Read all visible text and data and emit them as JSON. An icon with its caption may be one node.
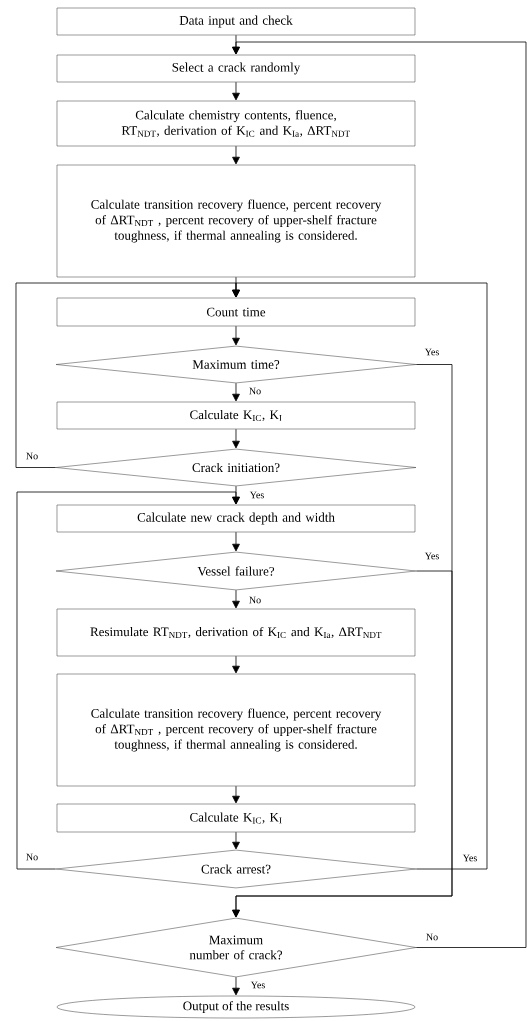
{
  "diagram": {
    "nodes": [
      {
        "text": [
          "Data input and check"
        ]
      },
      {
        "text": [
          "Select a crack randomly"
        ]
      },
      {
        "text": [
          "Calculate chemistry contents, fluence, RT$_{NDT}$, derivation of K$_{IC}$ and K$_{Ia}$, ΔRT$_{NDT}$"
        ]
      },
      {
        "text": [
          "Calculate transition recovery fluence, percent recovery of ΔRT$_{NDT}$ , percent recovery of upper-shelf fracture toughness, if thermal annealing is considered."
        ]
      },
      {
        "text": [
          "Count time"
        ]
      },
      {
        "text": [
          "Maximum time?"
        ]
      },
      {
        "text": [
          "Calculate K$_{IC}$, K$_{I}$"
        ]
      },
      {
        "text": [
          "Crack initiation?"
        ]
      },
      {
        "text": [
          "Calculate new crack depth and width"
        ]
      },
      {
        "text": [
          "Vessel failure?"
        ]
      },
      {
        "text": [
          "Resimulate RT$_{NDT}$, derivation of K$_{IC}$ and K$_{Ia}$, ΔRT$_{NDT}$"
        ]
      },
      {
        "text": [
          "Calculate transition recovery fluence, percent recovery of ΔRT$_{NDT}$ , percent recovery of upper-shelf fracture toughness, if thermal annealing is considered."
        ]
      },
      {
        "text": [
          "Calculate K$_{IC}$, K$_{I}$"
        ]
      },
      {
        "text": [
          "Crack arrest?"
        ]
      },
      {
        "text": [
          "Maximum number of crack?"
        ]
      },
      {
        "text": [
          "Output of the results"
        ]
      }
    ],
    "edges": [
      {
        "from": 0,
        "to": 1,
        "arrow": "to"
      },
      {
        "from": 1,
        "to": 2,
        "arrow": "to"
      },
      {
        "from": 2,
        "to": 3,
        "arrow": "to"
      },
      {
        "from": 3,
        "to": 4,
        "arrow": "to"
      },
      {
        "from": 4,
        "to": 5,
        "arrow": "to"
      },
      {
        "from": 5,
        "to": 6,
        "arrow": "to",
        "label": "No"
      },
      {
        "from": 5,
        "to": 14,
        "arrow": "to",
        "label": "Yes"
      },
      {
        "from": 6,
        "to": 7,
        "arrow": "to"
      },
      {
        "from": 7,
        "to": 8,
        "arrow": "to",
        "label": "Yes"
      },
      {
        "from": 7,
        "to": 4,
        "arrow": "to",
        "label": "No"
      },
      {
        "from": 8,
        "to": 9,
        "arrow": "to"
      },
      {
        "from": 9,
        "to": 10,
        "arrow": "to",
        "label": "No"
      },
      {
        "from": 9,
        "to": 14,
        "arrow": "to",
        "label": "Yes"
      },
      {
        "from": 10,
        "to": 11,
        "arrow": "to"
      },
      {
        "from": 11,
        "to": 12,
        "arrow": "to"
      },
      {
        "from": 12,
        "to": 13,
        "arrow": "to"
      },
      {
        "from": 13,
        "to": 4,
        "arrow": "to",
        "label": "Yes"
      },
      {
        "from": 13,
        "to": 8,
        "arrow": "to",
        "label": "No"
      },
      {
        "from": 14,
        "to": 15,
        "arrow": "to",
        "label": "Yes"
      },
      {
        "from": 14,
        "to": 1,
        "arrow": "to",
        "label": "No"
      }
    ]
  }
}
